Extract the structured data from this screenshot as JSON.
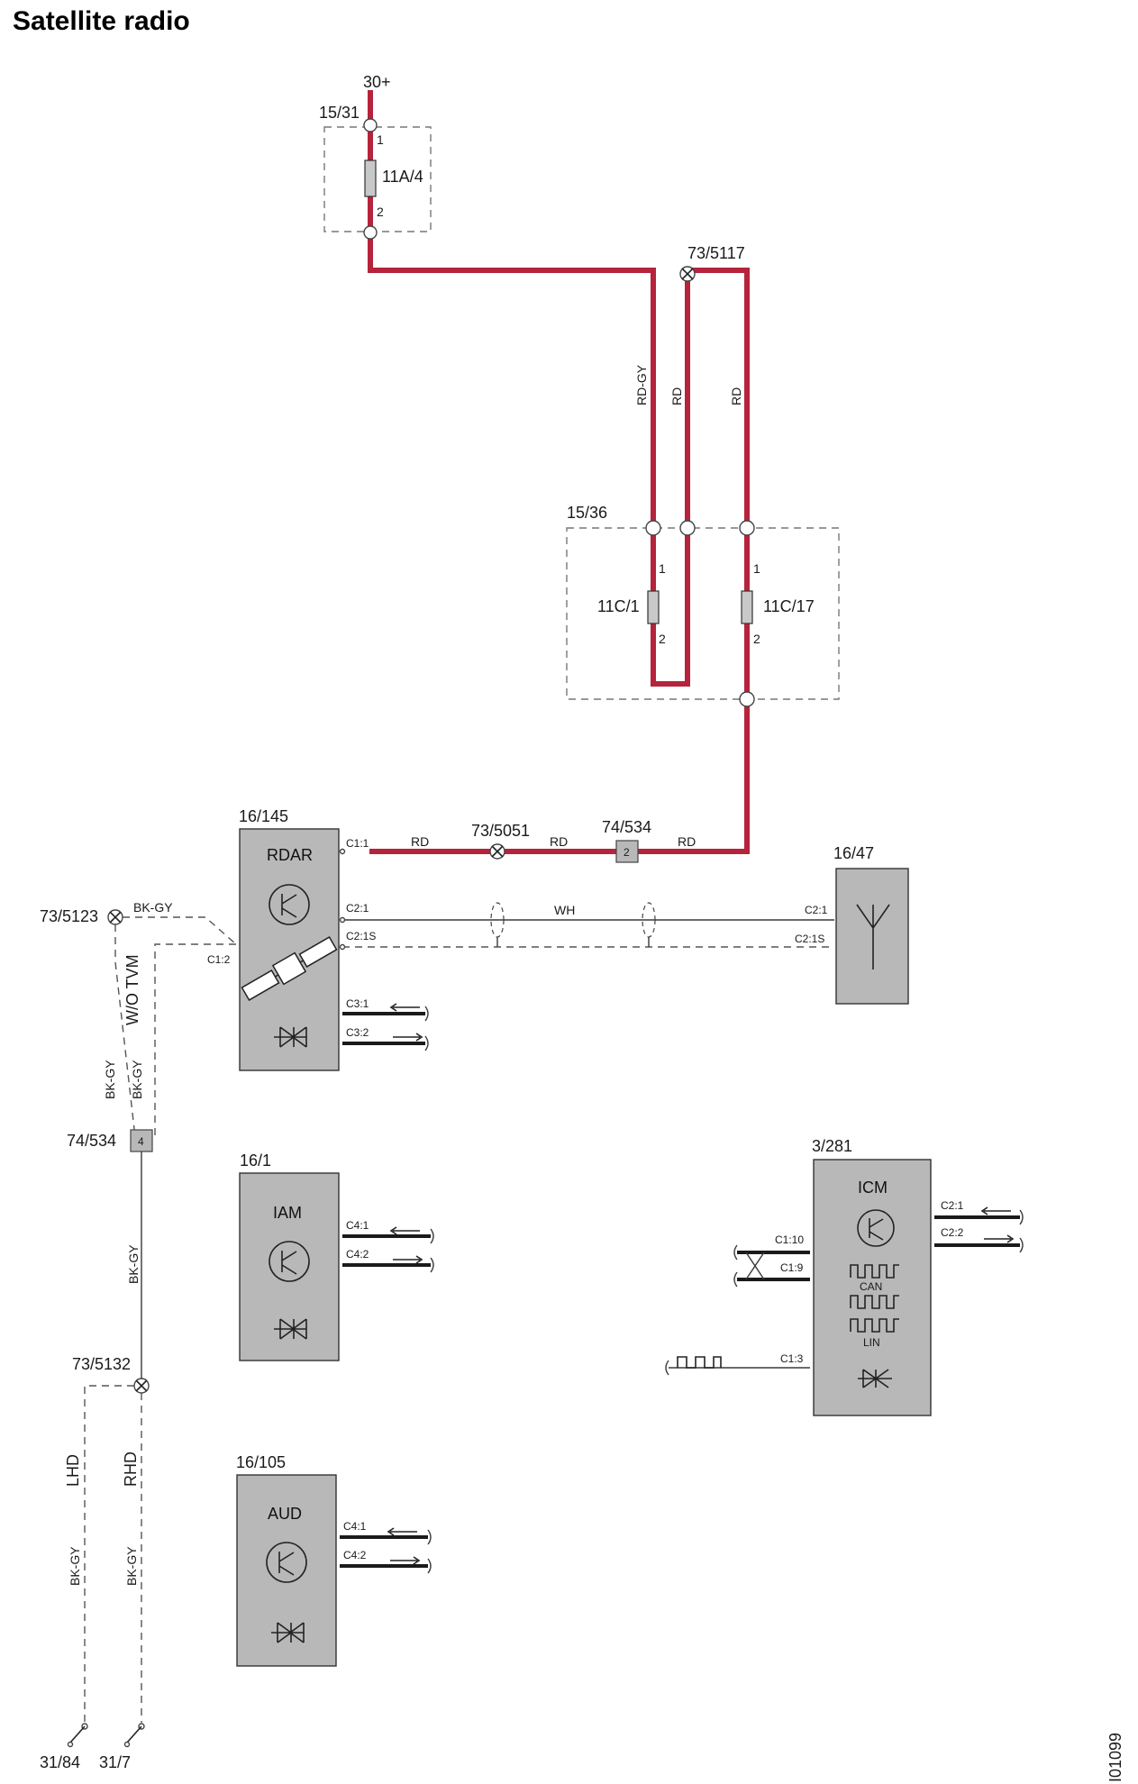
{
  "title": "Satellite radio",
  "doc_id": "I01099",
  "supply": "30+",
  "fuse_boxes": {
    "box_1": {
      "id": "15/31",
      "fuse": "11A/4",
      "pin_1": "1",
      "pin_2": "2"
    },
    "box_2": {
      "id": "15/36",
      "fuse_a": "11C/1",
      "fuse_b": "11C/17",
      "pin_1": "1",
      "pin_2": "2"
    }
  },
  "splices": {
    "s5117": "73/5117",
    "s5051": "73/5051",
    "s5123": "73/5123",
    "s5132": "73/5132"
  },
  "connectors": {
    "c534_top": {
      "id": "74/534",
      "pin": "2"
    },
    "c534_left": {
      "id": "74/534",
      "pin": "4"
    }
  },
  "wire_colors": {
    "rd_gy": "RD-GY",
    "rd": "RD",
    "wh": "WH",
    "bk_gy": "BK-GY"
  },
  "variant_labels": {
    "wo_tvm": "W/O TVM",
    "lhd": "LHD",
    "rhd": "RHD"
  },
  "grounds": {
    "g1": "31/84",
    "g2": "31/7"
  },
  "modules": {
    "rdar": {
      "id": "16/145",
      "name": "RDAR",
      "pins": {
        "c1_1": "C1:1",
        "c1_2": "C1:2",
        "c2_1": "C2:1",
        "c2_1s": "C2:1S",
        "c3_1": "C3:1",
        "c3_2": "C3:2"
      }
    },
    "antenna": {
      "id": "16/47",
      "pins": {
        "c2_1": "C2:1",
        "c2_1s": "C2:1S"
      }
    },
    "iam": {
      "id": "16/1",
      "name": "IAM",
      "pins": {
        "c4_1": "C4:1",
        "c4_2": "C4:2"
      }
    },
    "aud": {
      "id": "16/105",
      "name": "AUD",
      "pins": {
        "c4_1": "C4:1",
        "c4_2": "C4:2"
      }
    },
    "icm": {
      "id": "3/281",
      "name": "ICM",
      "can": "CAN",
      "lin": "LIN",
      "pins": {
        "c1_10": "C1:10",
        "c1_9": "C1:9",
        "c1_3": "C1:3",
        "c2_1": "C2:1",
        "c2_2": "C2:2"
      }
    }
  },
  "colors": {
    "power_wire": "#b5233c",
    "module_fill": "#b8b8b8"
  }
}
